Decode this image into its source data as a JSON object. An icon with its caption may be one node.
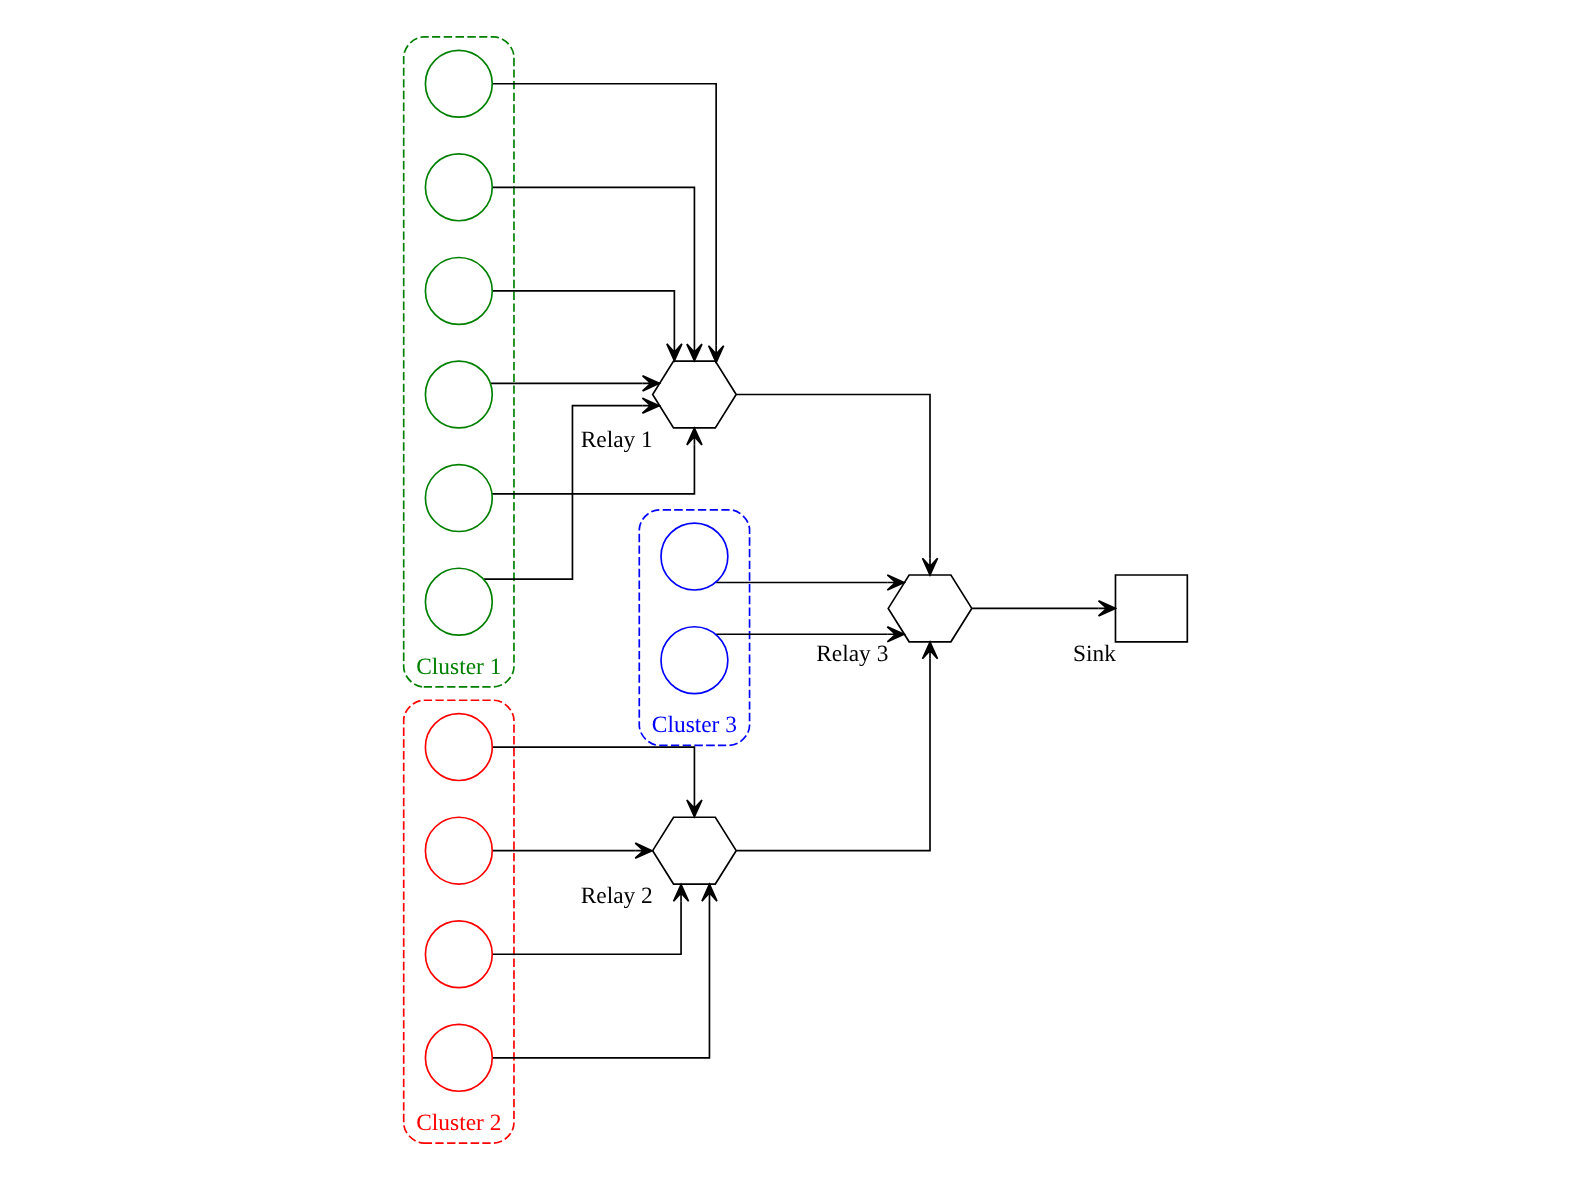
{
  "diagram": {
    "nodes": [
      {
        "text": [
          "Cluster 1"
        ]
      },
      {
        "text": [],
        "shape": "circle",
        "in": 0
      },
      {
        "text": [],
        "shape": "circle",
        "in": 0
      },
      {
        "text": [],
        "shape": "circle",
        "in": 0
      },
      {
        "text": [],
        "shape": "circle",
        "in": 0
      },
      {
        "text": [],
        "shape": "circle",
        "in": 0
      },
      {
        "text": [],
        "shape": "circle",
        "in": 0
      },
      {
        "text": [
          "Cluster 2"
        ]
      },
      {
        "text": [],
        "shape": "circle",
        "in": 7
      },
      {
        "text": [],
        "shape": "circle",
        "in": 7
      },
      {
        "text": [],
        "shape": "circle",
        "in": 7
      },
      {
        "text": [],
        "shape": "circle",
        "in": 7
      },
      {
        "text": [
          "Cluster 3"
        ]
      },
      {
        "text": [],
        "shape": "circle",
        "in": 12
      },
      {
        "text": [],
        "shape": "circle",
        "in": 12
      },
      {
        "text": [],
        "shape": "hexagon",
        "beside": [
          "Relay 1"
        ]
      },
      {
        "text": [],
        "shape": "hexagon",
        "beside": [
          "Relay 2"
        ]
      },
      {
        "text": [],
        "shape": "hexagon",
        "beside": [
          "Relay 3"
        ]
      },
      {
        "text": [],
        "shape": "box",
        "beside": [
          "Sink"
        ]
      }
    ],
    "edges": [
      {
        "from": 1,
        "to": 15,
        "arrow": "to"
      },
      {
        "from": 2,
        "to": 15,
        "arrow": "to"
      },
      {
        "from": 3,
        "to": 15,
        "arrow": "to"
      },
      {
        "from": 4,
        "to": 15,
        "arrow": "to"
      },
      {
        "from": 5,
        "to": 15,
        "arrow": "to"
      },
      {
        "from": 6,
        "to": 15,
        "arrow": "to"
      },
      {
        "from": 8,
        "to": 16,
        "arrow": "to"
      },
      {
        "from": 9,
        "to": 16,
        "arrow": "to"
      },
      {
        "from": 10,
        "to": 16,
        "arrow": "to"
      },
      {
        "from": 11,
        "to": 16,
        "arrow": "to"
      },
      {
        "from": 13,
        "to": 17,
        "arrow": "to"
      },
      {
        "from": 14,
        "to": 17,
        "arrow": "to"
      },
      {
        "from": 15,
        "to": 17,
        "arrow": "to"
      },
      {
        "from": 16,
        "to": 17,
        "arrow": "to"
      },
      {
        "from": 17,
        "to": 18,
        "arrow": "to"
      }
    ]
  }
}
